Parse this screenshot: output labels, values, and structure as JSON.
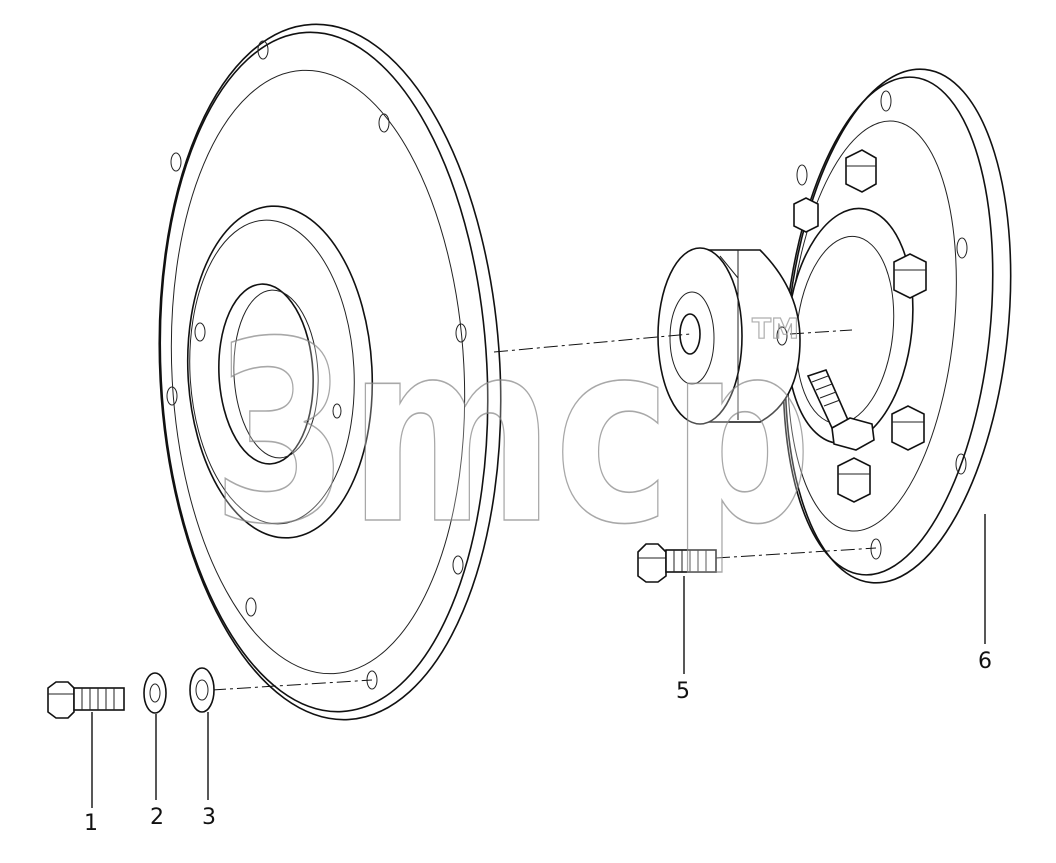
{
  "diagram": {
    "watermark": "3mcp",
    "trademark": "TM"
  },
  "callouts": [
    {
      "id": "1",
      "label": "1"
    },
    {
      "id": "2",
      "label": "2"
    },
    {
      "id": "3",
      "label": "3"
    },
    {
      "id": "5",
      "label": "5"
    },
    {
      "id": "6",
      "label": "6"
    }
  ]
}
